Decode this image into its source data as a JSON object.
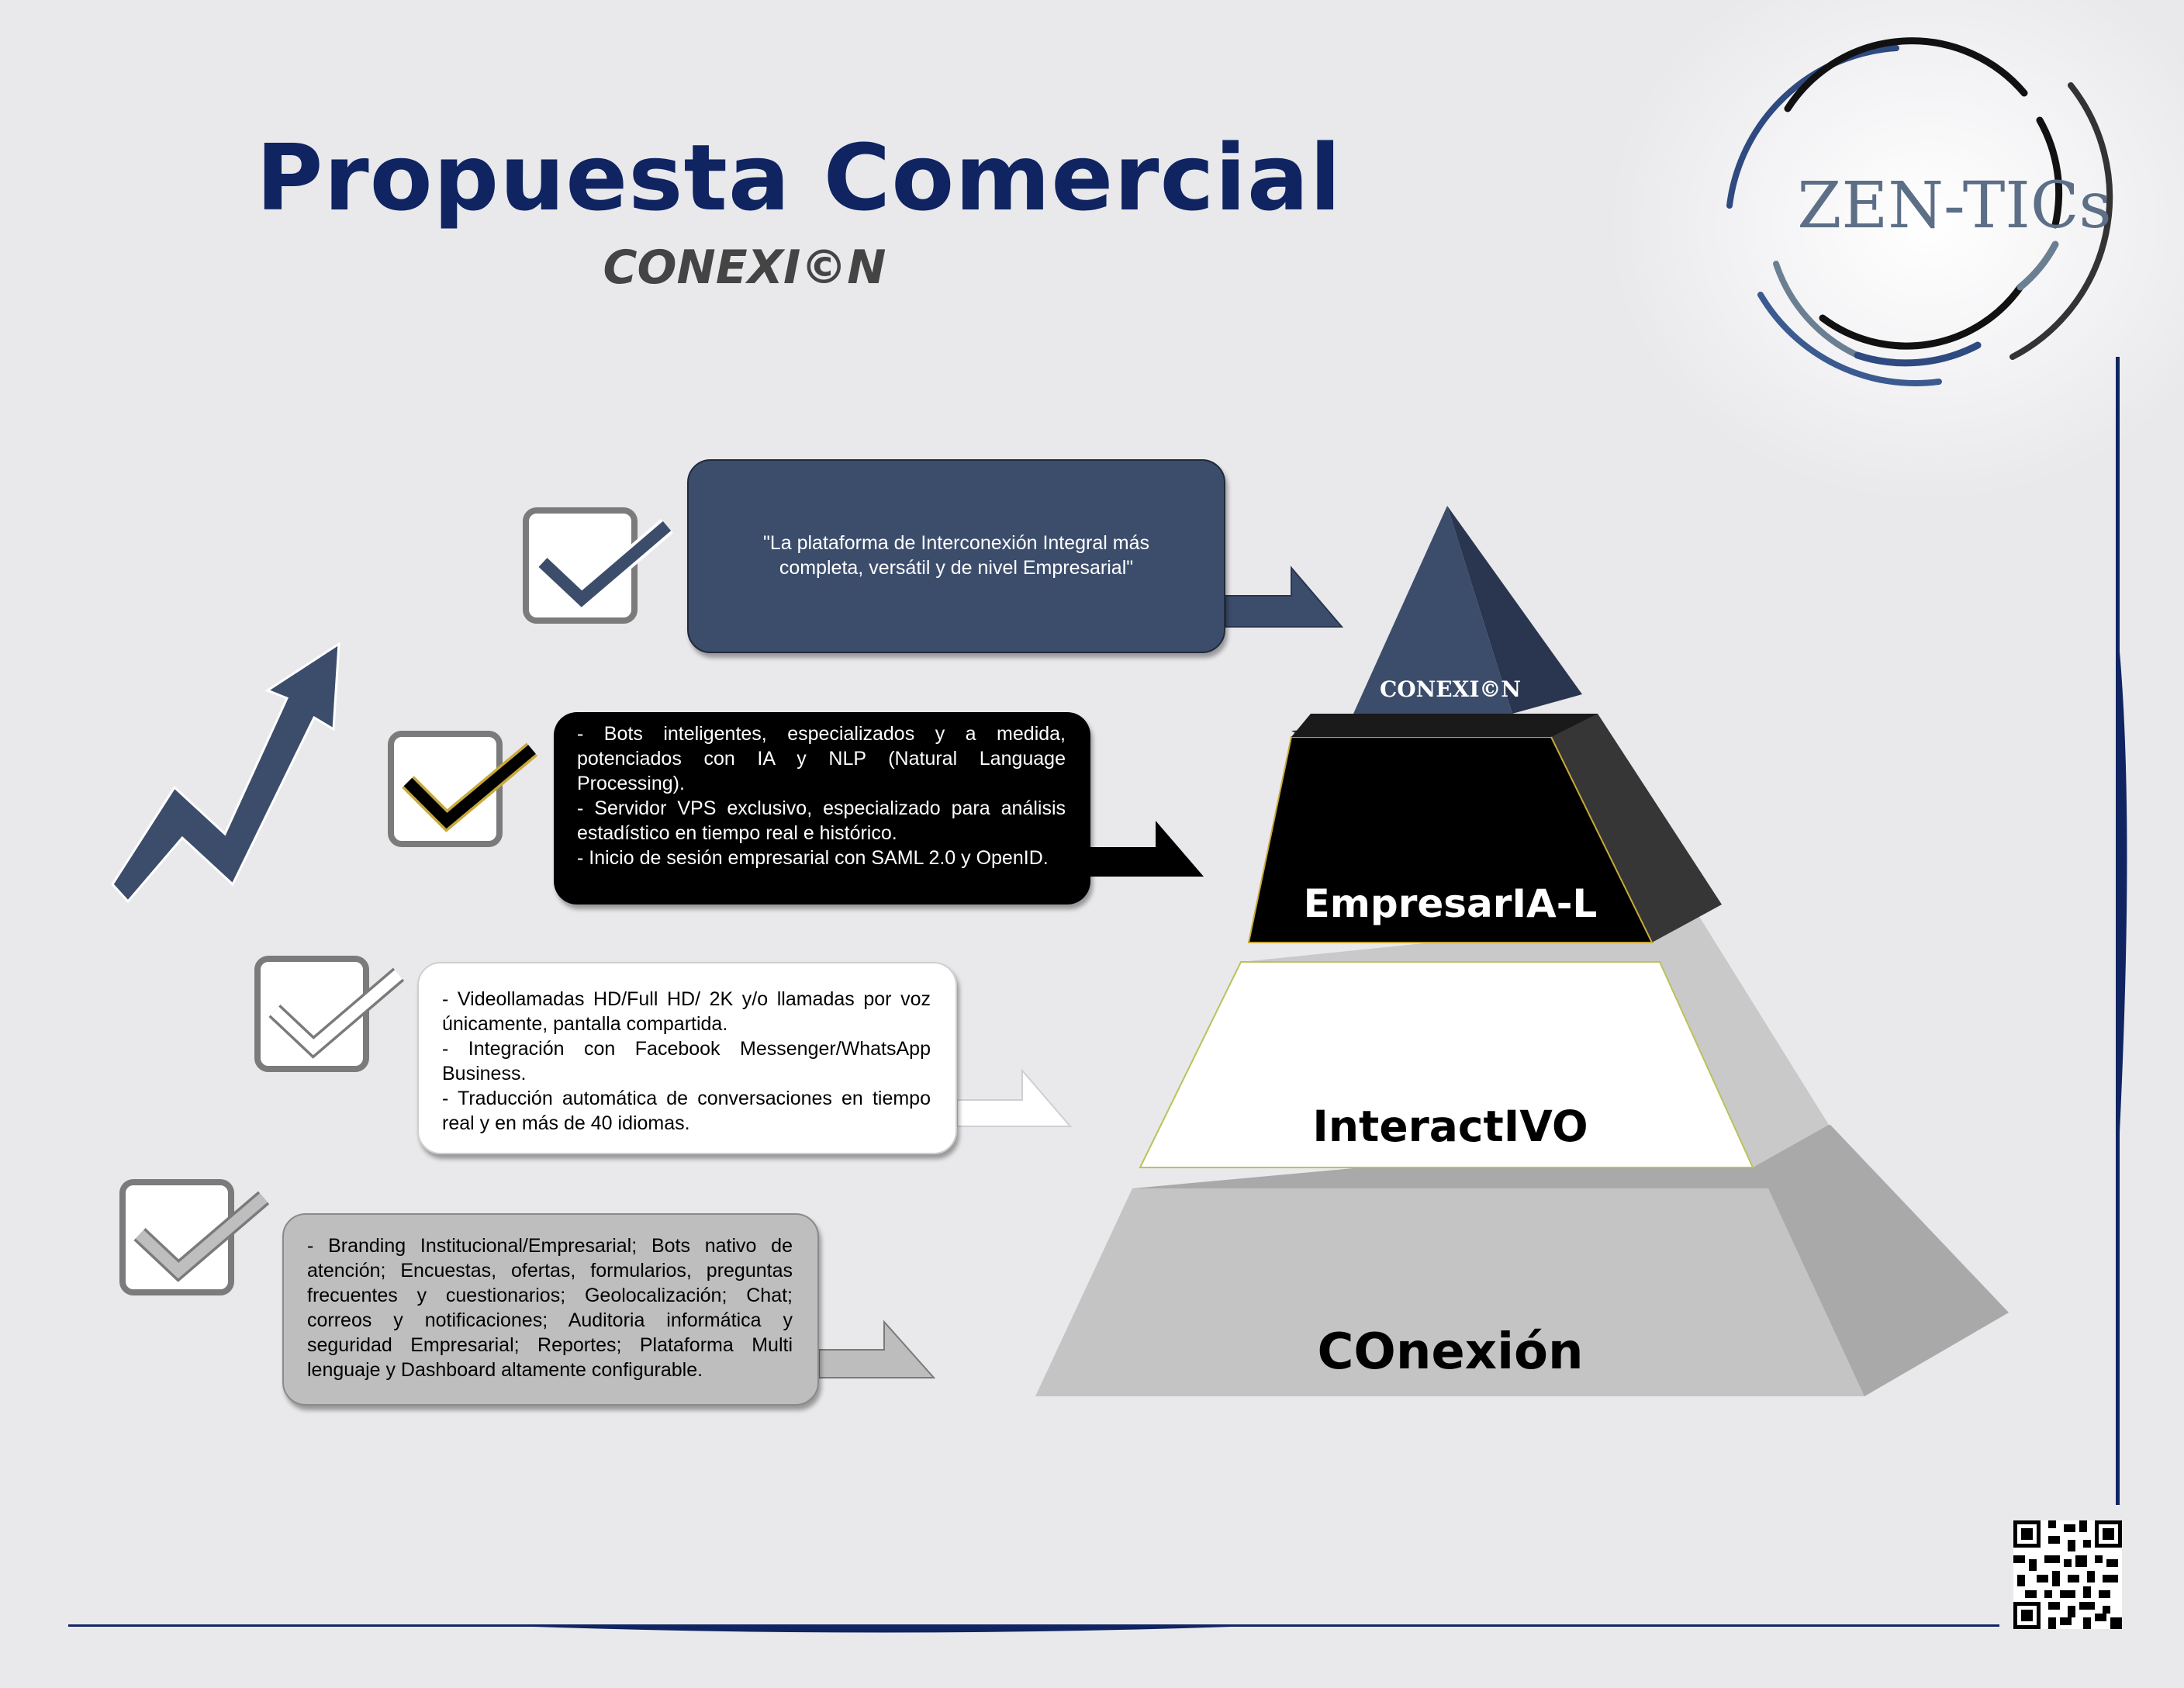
{
  "header": {
    "title": "Propuesta Comercial",
    "subtitle": "CONEXI©N"
  },
  "logo": {
    "text": "ZEN-TICs",
    "colors": [
      "#2e4a80",
      "#111111",
      "#6b7f92"
    ]
  },
  "pyramid": {
    "levels": [
      {
        "label": "CONEXI©N",
        "color": "#3c4d6c"
      },
      {
        "label": "EmpresarIA-L",
        "color": "#000000"
      },
      {
        "label": "InteractIVO",
        "color": "#ffffff"
      },
      {
        "label": "COnexión",
        "color": "#c4c4c4"
      }
    ]
  },
  "features": [
    {
      "text": "\"La plataforma de Interconexión Integral  más completa, versátil y de nivel Empresarial\"",
      "check_icon": "checkmark-icon",
      "check_color": "#3c4d6c"
    },
    {
      "text": "- Bots inteligentes, especializados y a medida, potenciados con IA y NLP (Natural Language Processing).\n- Servidor VPS exclusivo, especializado para análisis estadístico en tiempo real e histórico.\n- Inicio de sesión empresarial con SAML 2.0 y OpenID.",
      "check_icon": "checkmark-icon",
      "check_color": "#000000"
    },
    {
      "text": "- Videollamadas HD/Full HD/ 2K y/o llamadas por voz únicamente, pantalla compartida.\n- Integración con Facebook Messenger/WhatsApp Business.\n- Traducción automática de conversaciones en tiempo real y en más de 40 idiomas.",
      "check_icon": "checkmark-icon",
      "check_color": "#ffffff"
    },
    {
      "text": "- Branding Institucional/Empresarial; Bots nativo de atención; Encuestas, ofertas, formularios, preguntas frecuentes y cuestionarios; Geolocalización; Chat; correos y notificaciones; Auditoria informática y seguridad Empresarial; Reportes; Plataforma Multi lenguaje y Dashboard altamente configurable.",
      "check_icon": "checkmark-icon",
      "check_color": "#bebebe"
    }
  ],
  "decor": {
    "trend_icon": "trend-up-arrow-icon",
    "qr_icon": "qr-code-icon",
    "accent": "#0f2461"
  }
}
